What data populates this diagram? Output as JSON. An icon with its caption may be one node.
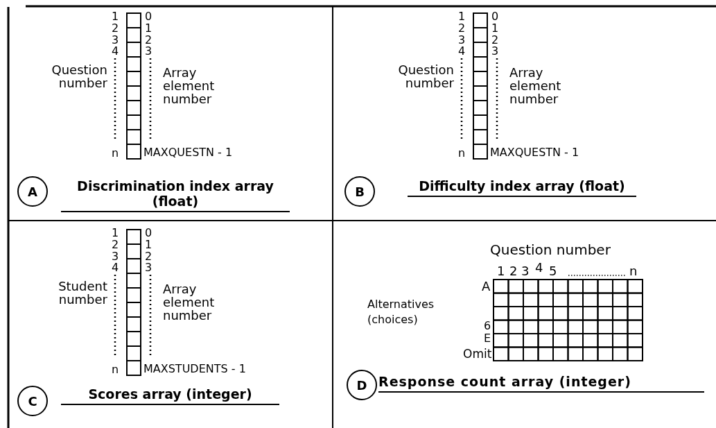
{
  "diagram": {
    "nodes": [
      {
        "text": [
          "A"
        ],
        "beside": [
          "Discrimination index array (float)"
        ]
      },
      {
        "text": [
          "B"
        ],
        "beside": [
          "Difficulty index array (float)"
        ]
      },
      {
        "text": [
          "C"
        ],
        "beside": [
          "Scores array (integer)"
        ]
      },
      {
        "text": [
          "D"
        ],
        "beside": [
          "Response count array (integer)"
        ]
      }
    ],
    "labels": [
      "1",
      "2",
      "3",
      "4",
      "n",
      "0",
      "1",
      "2",
      "3",
      "Question number",
      "Array element number",
      "MAXQUESTN - 1",
      "1",
      "2",
      "3",
      "4",
      "n",
      "0",
      "1",
      "2",
      "3",
      "Question number",
      "Array element number",
      "MAXQUESTN - 1",
      "1",
      "2",
      "3",
      "4",
      "n",
      "0",
      "1",
      "2",
      "3",
      "Student number",
      "Array element number",
      "MAXSTUDENTS - 1",
      "Question number",
      "1",
      "2",
      "3",
      "4",
      "5",
      "n",
      "A",
      "Alternatives (choices)",
      "6",
      "E",
      "Omit"
    ]
  }
}
